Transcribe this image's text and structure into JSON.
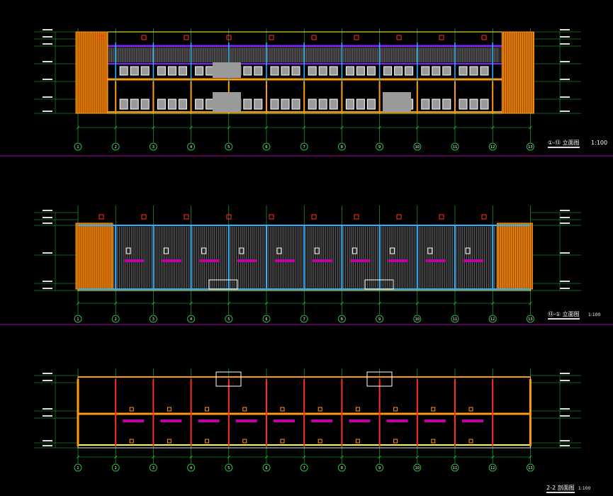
{
  "colors": {
    "background": "#000000",
    "divider": "#b000b0",
    "axis": "#20c040",
    "column": "#30b0ff",
    "hatch": "#ff9a10",
    "band": "#8020ff",
    "magenta": "#c000a0",
    "red": "#ff3020",
    "grey": "#9a9a9a",
    "yellow": "#ffff40"
  },
  "axes": [
    "1",
    "2",
    "3",
    "4",
    "5",
    "6",
    "7",
    "8",
    "9",
    "10",
    "11",
    "12",
    "13"
  ],
  "panels": [
    {
      "title": "①-⑬ 立面图",
      "scale": "1:100"
    },
    {
      "title": "⑬-① 立面图",
      "scale": "1:100"
    },
    {
      "title": "2-2 剖面图",
      "scale": "1:100"
    }
  ]
}
